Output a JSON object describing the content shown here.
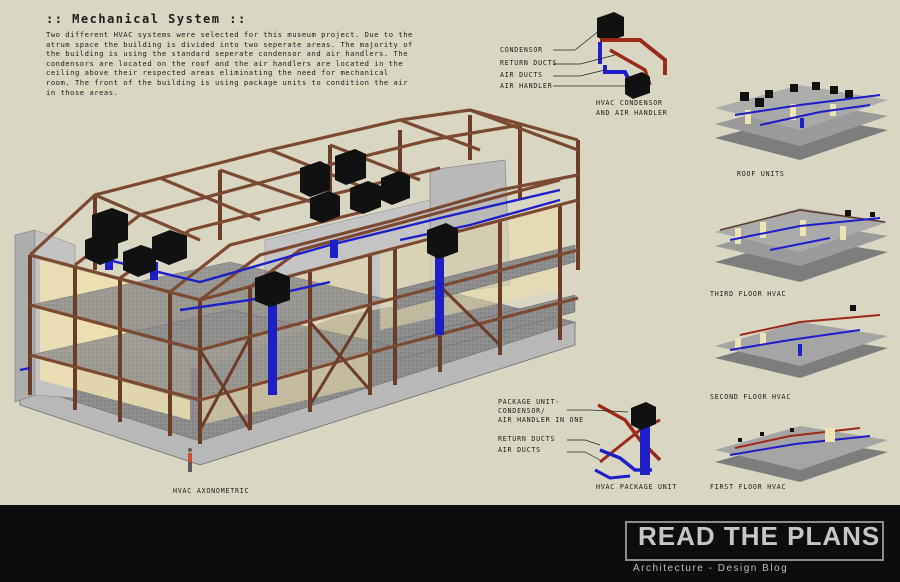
{
  "title": ":: Mechanical System ::",
  "description": "Two different HVAC systems were selected for this museum project. Due to the atrum space the building is divided into two seperate areas. The majority of the building is using the standard seperate condensor and air handlers. The condensors are located on the roof and the air handlers are located in the ceiling above their respected areas eliminating the need for mechanical room. The front of the building is using package units to condition the air in those areas.",
  "main_axo": {
    "caption": "HVAC AXONOMETRIC"
  },
  "split_detail": {
    "condensor": "CONDENSOR",
    "return_ducts": "RETURN DUCTS",
    "air_ducts": "AIR DUCTS",
    "air_handler": "AIR HANDLER",
    "caption_line1": "HVAC CONDENSOR",
    "caption_line2": "AND AIR HANDLER"
  },
  "package_detail": {
    "package_unit_line1": "PACKAGE UNIT-",
    "package_unit_line2": "CONDENSOR/",
    "package_unit_line3": "AIR HANDLER IN ONE",
    "return_ducts": "RETURN DUCTS",
    "air_ducts": "AIR DUCTS",
    "caption": "HVAC PACKAGE UNIT"
  },
  "floor_plans": [
    {
      "caption": "ROOF UNITS"
    },
    {
      "caption": "THIRD FLOOR HVAC"
    },
    {
      "caption": "SECOND FLOOR HVAC"
    },
    {
      "caption": "FIRST FLOOR HVAC"
    }
  ],
  "brand": {
    "title": "READ THE PLANS",
    "subtitle": "Architecture - Design Blog"
  },
  "colors": {
    "background": "#d9d6c3",
    "frame": "#7a4a33",
    "supply_duct": "#1f1fc8",
    "return_duct": "#9a2a1a",
    "concrete": "#b8b8b8",
    "unit": "#111111",
    "footer": "#0d0d0d"
  }
}
